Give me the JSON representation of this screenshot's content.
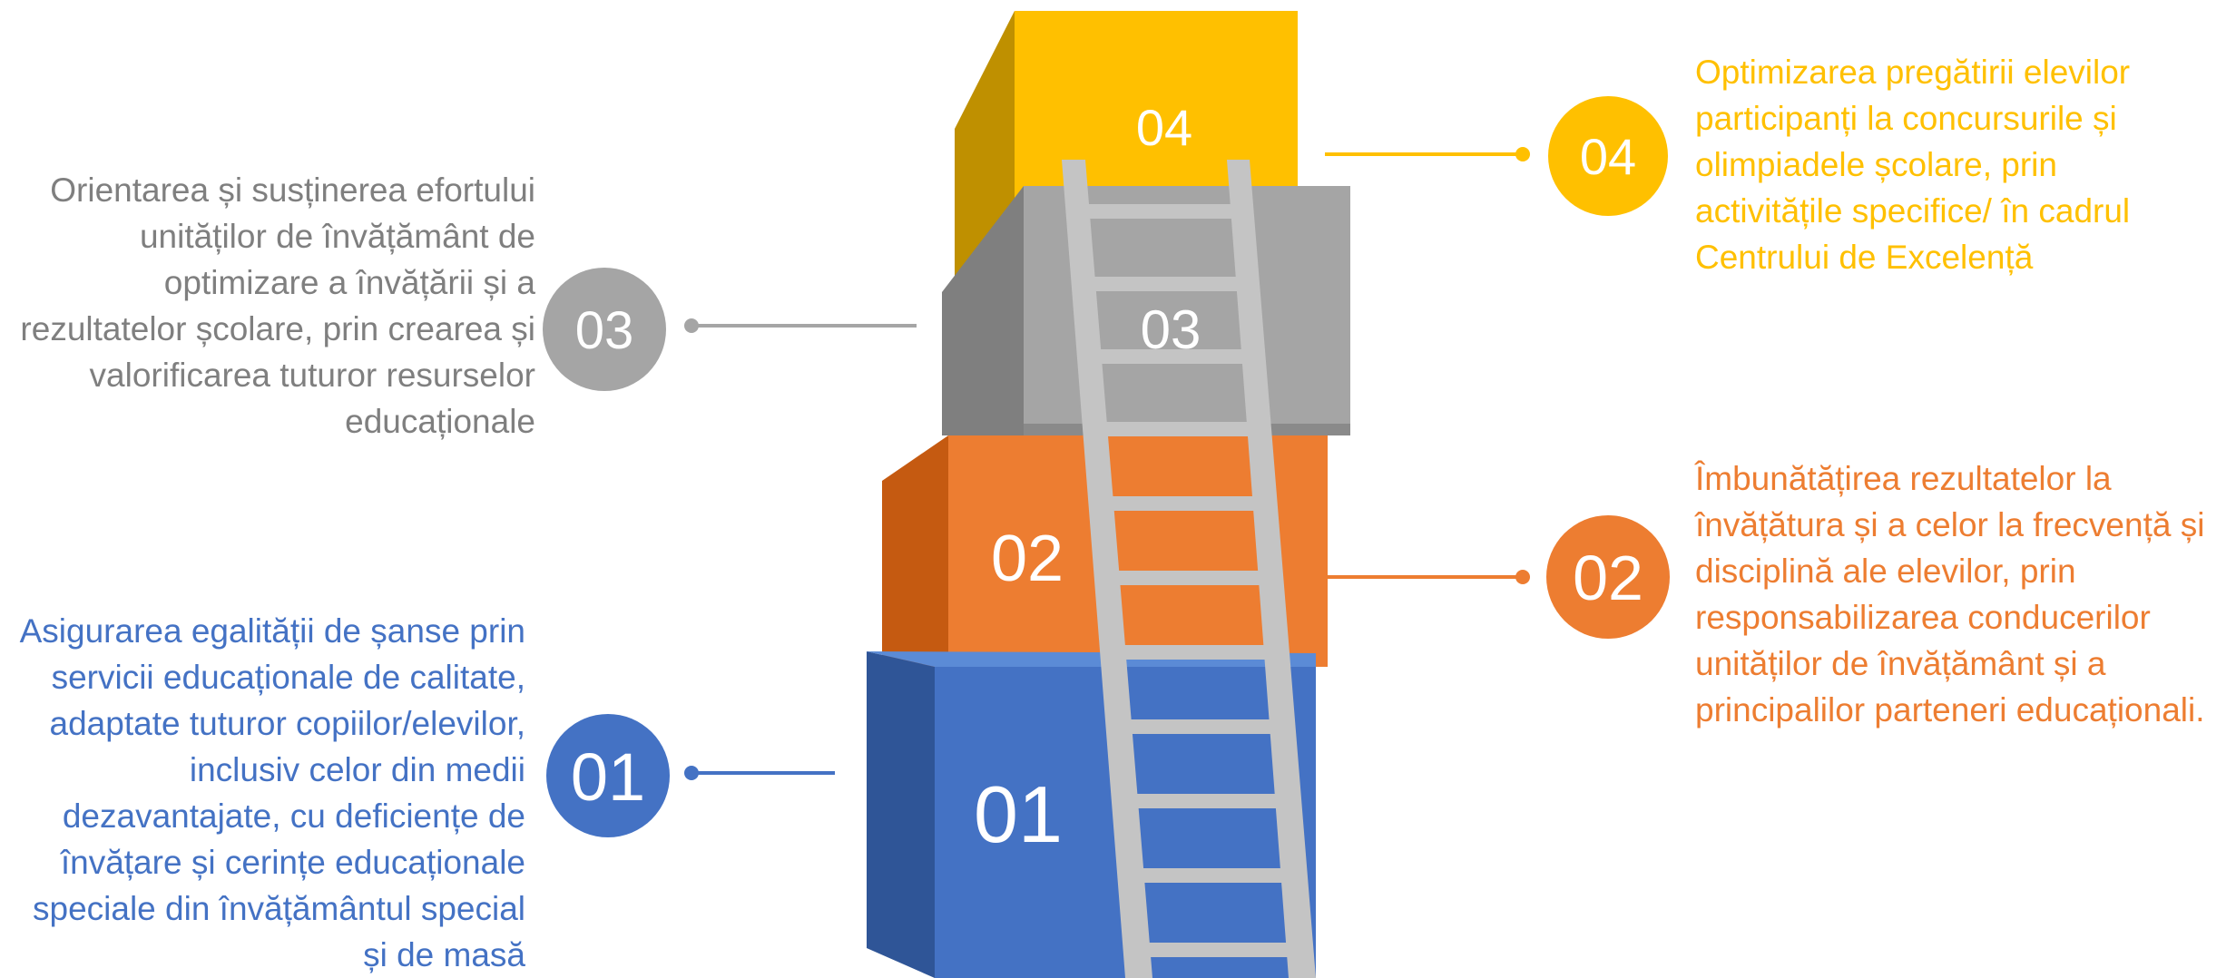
{
  "steps": [
    {
      "number": "01",
      "color": "#4472c4",
      "description": [
        "Asigurarea egalității de șanse prin",
        "servicii educaționale de calitate,",
        "adaptate tuturor copiilor/elevilor,",
        "inclusiv celor din medii",
        "dezavantajate, cu deficiențe de",
        "învățare și cerințe educaționale",
        "speciale din învățământul special",
        "și de masă"
      ]
    },
    {
      "number": "02",
      "color": "#ed7d31",
      "description": [
        "Îmbunătățirea rezultatelor la",
        "învățătura și a celor la frecvență și",
        "disciplină ale elevilor, prin",
        "responsabilizarea conducerilor",
        "unităților de învățământ și a",
        "principalilor parteneri educaționali."
      ]
    },
    {
      "number": "03",
      "color": "#a5a5a5",
      "description": [
        "Orientarea și susținerea efortului",
        "unităților de învățământ de",
        "optimizare a învățării și a",
        "rezultatelor școlare, prin crearea și",
        "valorificarea tuturor resurselor",
        "educaționale"
      ]
    },
    {
      "number": "04",
      "color": "#ffc000",
      "description": [
        "Optimizarea pregătirii elevilor",
        "participanți la concursurile și",
        "olimpiadele școlare, prin",
        "activitățile specifice/ în cadrul",
        "Centrului de Excelență"
      ]
    }
  ],
  "ladder_color": "#c4c4c4"
}
